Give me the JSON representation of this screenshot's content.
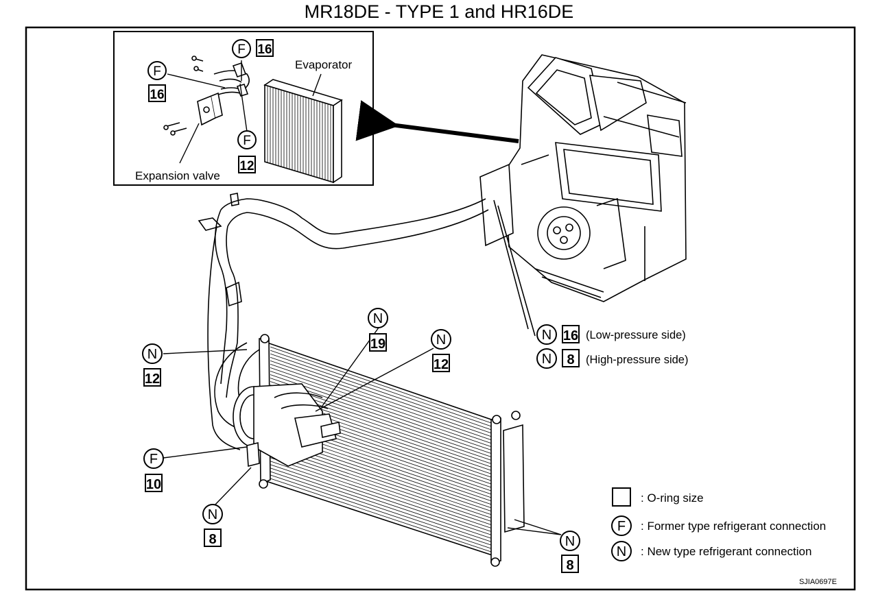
{
  "title": "MR18DE - TYPE 1 and HR16DE",
  "inset": {
    "evaporator_label": "Evaporator",
    "expansion_valve_label": "Expansion valve",
    "callouts": [
      {
        "type": "F",
        "size": "16"
      },
      {
        "type": "F",
        "size": "16"
      },
      {
        "type": "F",
        "size": "12"
      }
    ]
  },
  "callouts": {
    "low_pressure": {
      "type": "N",
      "size": "16",
      "text": "(Low-pressure side)"
    },
    "high_pressure": {
      "type": "N",
      "size": "8",
      "text": "(High-pressure side)"
    },
    "left_upper": {
      "type": "N",
      "size": "12"
    },
    "compressor_19": {
      "type": "N",
      "size": "19"
    },
    "compressor_12": {
      "type": "N",
      "size": "12"
    },
    "left_lower_f": {
      "type": "F",
      "size": "10"
    },
    "bottom_left_n": {
      "type": "N",
      "size": "8"
    },
    "bottom_right_n": {
      "type": "N",
      "size": "8"
    }
  },
  "legend": {
    "oring": ": O-ring size",
    "former": {
      "symbol": "F",
      "text": ": Former type refrigerant connection"
    },
    "new": {
      "symbol": "N",
      "text": ": New type refrigerant connection"
    }
  },
  "figure_code": "SJIA0697E"
}
